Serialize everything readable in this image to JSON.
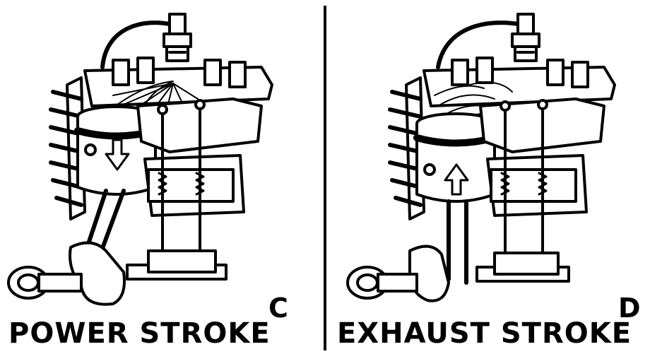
{
  "panels": [
    {
      "letter": "C",
      "caption": "POWER STROKE",
      "piston_direction": "down"
    },
    {
      "letter": "D",
      "caption": "EXHAUST STROKE",
      "piston_direction": "up"
    }
  ],
  "colors": {
    "ink": "#000000",
    "paper": "#ffffff"
  }
}
